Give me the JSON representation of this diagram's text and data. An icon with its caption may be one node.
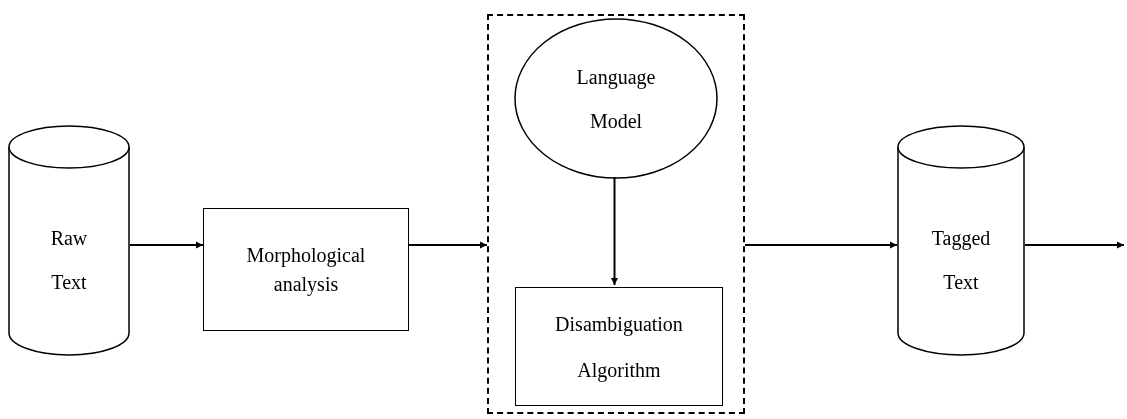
{
  "diagram": {
    "nodes": [
      {
        "text": [
          "Raw Text"
        ]
      },
      {
        "text": [
          "Morphological analysis"
        ]
      },
      {
        "text": [],
        "shape": "box"
      },
      {
        "text": [
          "Language Model"
        ],
        "in": 2
      },
      {
        "text": [
          "Disambiguation Algorithm"
        ],
        "in": 2
      },
      {
        "text": [
          "Tagged Text"
        ]
      }
    ],
    "edges": [
      {
        "from": 0,
        "to": 1,
        "arrow": "to"
      },
      {
        "from": 1,
        "to": 2,
        "arrow": "to"
      },
      {
        "from": 3,
        "to": 4,
        "arrow": "to"
      },
      {
        "from": 2,
        "to": 5,
        "arrow": "to"
      },
      {
        "from": 5,
        "to": null,
        "arrow": "to"
      }
    ]
  }
}
